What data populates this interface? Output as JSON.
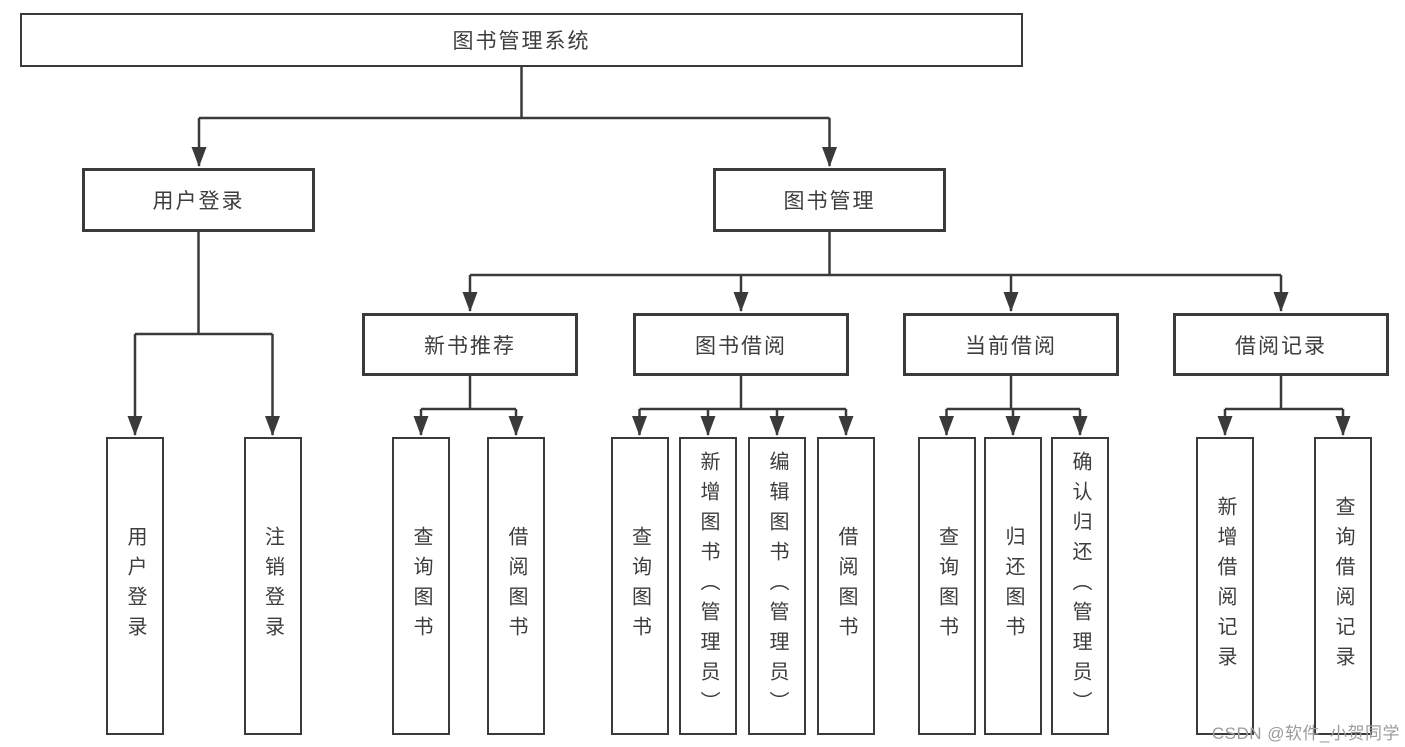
{
  "diagram": {
    "type": "hierarchy-chart",
    "title_node": {
      "label": "图书管理系统"
    },
    "branches": [
      {
        "label": "用户登录"
      },
      {
        "label": "图书管理"
      }
    ],
    "sections": [
      {
        "label": "新书推荐",
        "parent": "图书管理"
      },
      {
        "label": "图书借阅",
        "parent": "图书管理"
      },
      {
        "label": "当前借阅",
        "parent": "图书管理"
      },
      {
        "label": "借阅记录",
        "parent": "图书管理"
      }
    ],
    "leaves": [
      {
        "label": "用户登录",
        "parent": "用户登录"
      },
      {
        "label": "注销登录",
        "parent": "用户登录"
      },
      {
        "label": "查询图书",
        "parent": "新书推荐"
      },
      {
        "label": "借阅图书",
        "parent": "新书推荐"
      },
      {
        "label": "查询图书",
        "parent": "图书借阅"
      },
      {
        "label": "新增图书（管理员）",
        "parent": "图书借阅"
      },
      {
        "label": "编辑图书（管理员）",
        "parent": "图书借阅"
      },
      {
        "label": "借阅图书",
        "parent": "图书借阅"
      },
      {
        "label": "查询图书",
        "parent": "当前借阅"
      },
      {
        "label": "归还图书",
        "parent": "当前借阅"
      },
      {
        "label": "确认归还（管理员）",
        "parent": "当前借阅"
      },
      {
        "label": "新增借阅记录",
        "parent": "借阅记录"
      },
      {
        "label": "查询借阅记录",
        "parent": "借阅记录"
      }
    ]
  },
  "watermark": {
    "text": "CSDN @软件_小贺同学"
  },
  "colors": {
    "line": "#3a3a3a",
    "box_border": "#3a3a3a",
    "text": "#3d3d3d",
    "watermark": "#9c9c9c",
    "background": "#ffffff"
  }
}
